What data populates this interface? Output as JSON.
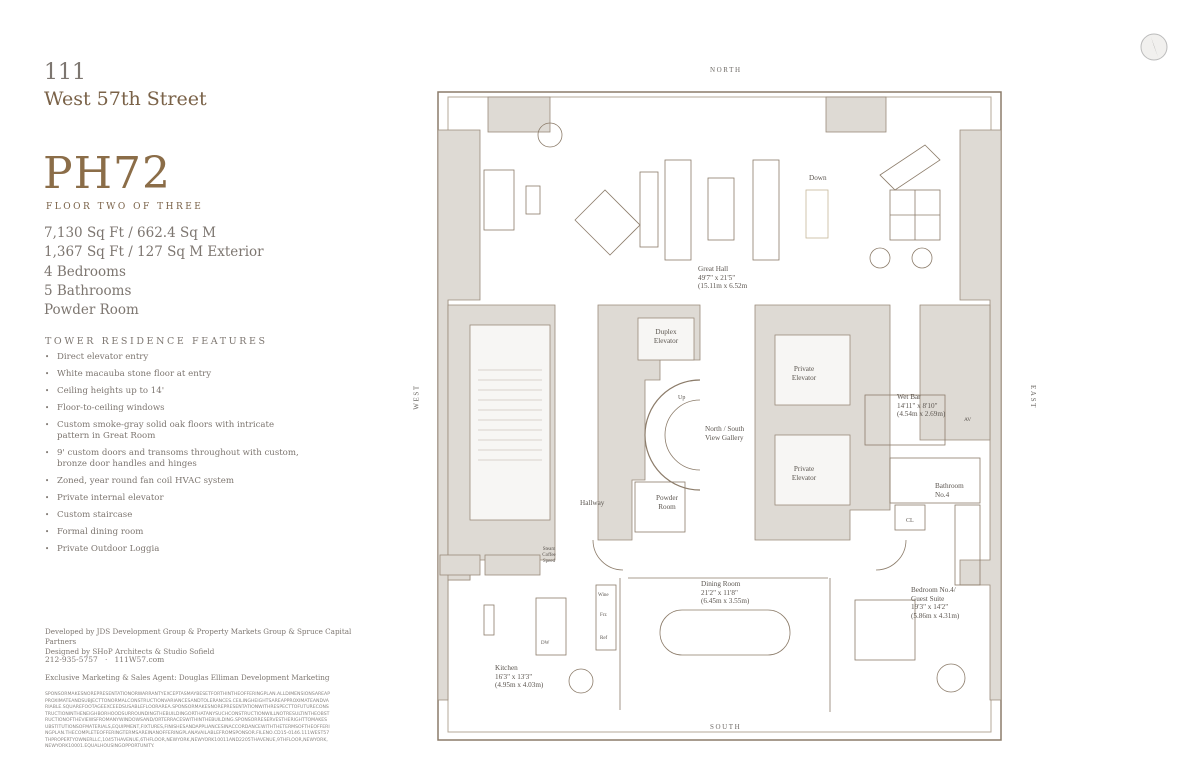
{
  "building": {
    "number": "111",
    "street": "West 57th Street"
  },
  "unit": {
    "name": "PH72",
    "floor": "FLOOR TWO OF THREE"
  },
  "stats": [
    "7,130 Sq Ft / 662.4 Sq M",
    "1,367 Sq Ft / 127 Sq M Exterior",
    "4 Bedrooms",
    "5 Bathrooms",
    "Powder Room"
  ],
  "features": {
    "title": "TOWER RESIDENCE FEATURES",
    "items": [
      "Direct elevator entry",
      "White macauba stone floor at entry",
      "Ceiling heights up to 14'",
      "Floor-to-ceiling windows",
      "Custom smoke-gray solid oak floors with intricate pattern in Great Room",
      "9' custom doors and transoms throughout with custom, bronze door handles and hinges",
      "Zoned, year round fan coil HVAC system",
      "Private internal elevator",
      "Custom staircase",
      "Formal dining room",
      "Private Outdoor Loggia"
    ]
  },
  "credits": {
    "developed": "Developed by JDS Development Group & Property Markets Group & Spruce Capital Partners",
    "designed": "Designed by SHoP Architects & Studio Sofield",
    "phone": "212-935-5757",
    "website": "111W57.com",
    "agent": "Exclusive Marketing & Sales Agent: Douglas Elliman Development Marketing",
    "legal": "SPONSORMAKESNOREPRESENTATIONORWARRANTYEXCEPTASMAYBESETFORTHINTHEOFFERINGPLAN.ALLDIMENSIONSAREAPPROXIMATEANDSUBJECTTONORMALCONSTRUCTIONVARIANCESANDTOLERANCES.CEILINGHEIGHTSAREAPPROXIMATEANDVARIABLE.SQUAREFOOTAGEEXCEEDSUSABLEFLOORAREA.SPONSORMAKESNOREPRESENTATIONWITHRESPECTTOFUTURECONSTRUCTIONINTHENEIGHBORHOODSURROUNDINGTHEBUILDINGORTHATANYSUCHCONSTRUCTIONWILLNOTRESULTINTHEOBSTRUCTIONOFTHEVIEWSFROMANYWINDOWSAND/ORTERRACESWITHINTHEBUILDING.SPONSORRESERVESTHERIGHTTOMAKESUBSTITUTIONSOFMATERIALS,EQUIPMENT,FIXTURES,FINISHESANDAPPLIANCESINACCORDANCEWITHTHETERMSOFTHEOFFERINGPLAN.THECOMPLETEOFFERINGTERMSAREINANOFFERINGPLANAVAILABLEFROMSPONSOR.FILENO.CD15-0146.111WEST57THPROPERTYOWNERLLC,1045THAVENUE,6THFLOOR,NEWYORK,NEWYORK10011AND2205THAVENUE,9THFLOOR,NEWYORK,NEWYORK10001.EQUALHOUSINGOPPORTUNITY."
  },
  "plan": {
    "directions": {
      "north": "NORTH",
      "south": "SOUTH",
      "east": "EAST",
      "west": "WEST"
    },
    "rooms": {
      "down": "Down",
      "great_hall": [
        "Great Hall",
        "49'7\" x 21'5\"",
        "(15.11m x 6.52m"
      ],
      "duplex_elevator": [
        "Duplex",
        "Elevator"
      ],
      "private_elevator_1": [
        "Private",
        "Elevator"
      ],
      "private_elevator_2": [
        "Private",
        "Elevator"
      ],
      "up": "Up",
      "gallery": [
        "North / South",
        "View Gallery"
      ],
      "wet_bar": [
        "Wet Bar",
        "14'11\" x 8'10\"",
        "(4.54m x 2.69m)"
      ],
      "av": "AV",
      "bathroom4": [
        "Bathroom",
        "No.4"
      ],
      "cl": "CL",
      "powder_room": [
        "Powder",
        "Room"
      ],
      "hallway": "Hallway",
      "steam": [
        "Steam",
        "Coffee",
        "Speed"
      ],
      "dining": [
        "Dining Room",
        "21'2\" x 11'8\"",
        "(6.45m x 3.55m)"
      ],
      "wine": "Wine",
      "frz": "Frz",
      "ref": "Ref",
      "dw": "DW",
      "kitchen": [
        "Kitchen",
        "16'3\" x 13'3\"",
        "(4.95m x 4.03m)"
      ],
      "bedroom4": [
        "Bedroom No.4/",
        "Guest Suite",
        "19'3\" x 14'2\"",
        "(5.86m x 4.31m)"
      ]
    }
  },
  "colors": {
    "accent": "#8b6d48",
    "wall_fill": "#dedad4",
    "line": "#8c7c6a"
  }
}
